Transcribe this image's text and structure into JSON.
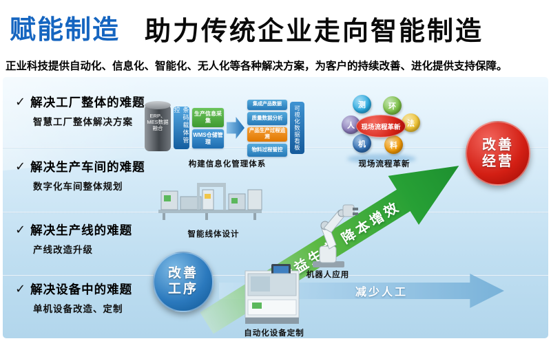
{
  "header": {
    "brand": "赋能制造",
    "title": "助力传统企业走向智能制造",
    "subtitle": "正业科技提供自动化、信息化、智能化、无人化等各种解决方案，为客户的持续改善、进化提供支持保障。"
  },
  "icons": {
    "check": "✓"
  },
  "solutions": [
    {
      "title": "解决工厂整体的难题",
      "subtitle": "智慧工厂整体解决方案"
    },
    {
      "title": "解决生产车间的难题",
      "subtitle": "数字化车间整体规划"
    },
    {
      "title": "解决生产线的难题",
      "subtitle": "产线改造升级"
    },
    {
      "title": "解决设备中的难题",
      "subtitle": "单机设备改造、定制"
    }
  ],
  "info_system": {
    "cylinder": "ERP、MES数据融合",
    "carrier": "条码载体管控",
    "left_boxes": [
      "生产信息采集",
      "WMS仓储管理"
    ],
    "right_boxes": [
      "集成产品数据",
      "质量数据分析",
      "产品生产过程追溯",
      "物料过程管控"
    ],
    "board": "可视化数据看板",
    "caption": "构建信息化管理体系"
  },
  "field_reform": {
    "center": "现场流程革新",
    "petals": [
      {
        "label": "测",
        "color": "#29abe2"
      },
      {
        "label": "环",
        "color": "#7ac143"
      },
      {
        "label": "人",
        "color": "#8878b8"
      },
      {
        "label": "法",
        "color": "#f2c430"
      },
      {
        "label": "机",
        "color": "#2e6db4"
      },
      {
        "label": "料",
        "color": "#f39800"
      }
    ],
    "caption": "现场流程革新"
  },
  "captions": {
    "line_design": "智能线体设计",
    "robot": "机器人应用",
    "machine": "自动化设备定制"
  },
  "badges": {
    "process_line1": "改善",
    "process_line2": "工序",
    "business_line1": "改善",
    "business_line2": "经营"
  },
  "arrows": {
    "lean": "精益生产  降本增效",
    "labor": "减少人工"
  },
  "colors": {
    "brand_blue": "#1565c0",
    "badge_blue": "#2b79bd",
    "badge_red": "#d31f14",
    "arrow_green": "#27a035",
    "arrow_blue": "#79b2d9",
    "panel_top": "#eef8fe",
    "panel_bottom": "#b2d6ec"
  }
}
